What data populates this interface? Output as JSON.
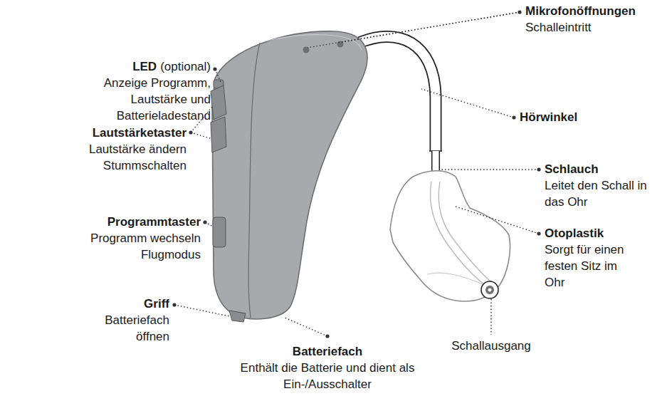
{
  "diagram": {
    "labels": [
      "LED",
      "(optional)",
      "Anzeige Programm, Lautstärke und Batterieladestand",
      "Lautstärketaster",
      "Lautstärke ändern",
      "Stummschalten",
      "Programmtaster",
      "Programm wechseln",
      "Flugmodus",
      "Griff",
      "Batteriefach öffnen",
      "Batteriefach",
      "Enthält die Batterie und dient als Ein-/Ausschalter",
      "Mikrofonöffnungen",
      "Schalleintritt",
      "Hörwinkel",
      "Schlauch",
      "Leitet den Schall in das Ohr",
      "Otoplastik",
      "Sorgt für einen festen Sitz im Ohr",
      "Schallausgang"
    ]
  }
}
